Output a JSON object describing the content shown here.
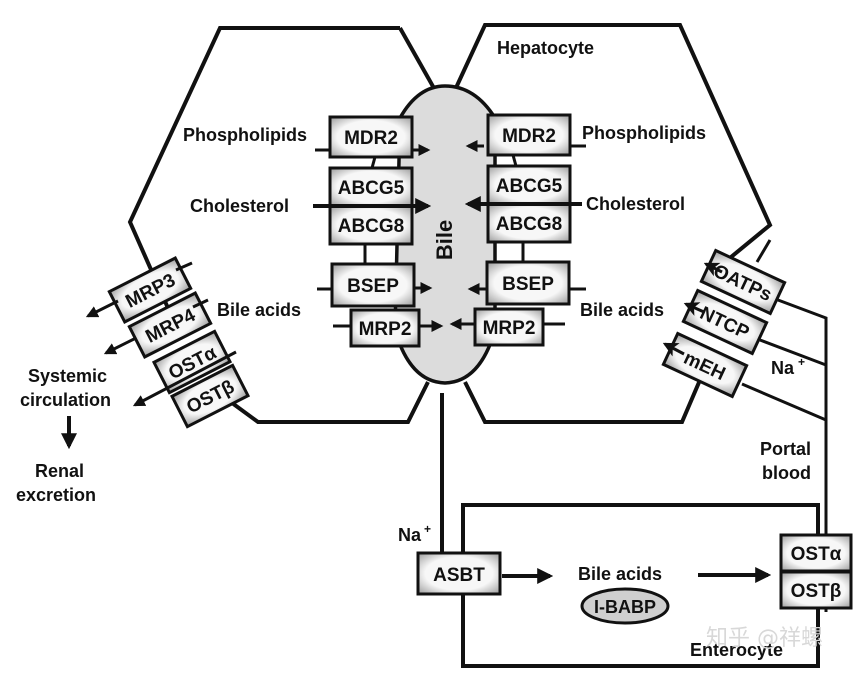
{
  "labels": {
    "hepatocyte": "Hepatocyte",
    "enterocyte": "Enterocyte",
    "bile": "Bile",
    "phospholipids_left": "Phospholipids",
    "phospholipids_right": "Phospholipids",
    "cholesterol_left": "Cholesterol",
    "cholesterol_right": "Cholesterol",
    "bile_acids_left": "Bile acids",
    "bile_acids_right": "Bile acids",
    "bile_acids_enterocyte": "Bile acids",
    "systemic_line1": "Systemic",
    "systemic_line2": "circulation",
    "renal_line1": "Renal",
    "renal_line2": "excretion",
    "portal_line1": "Portal",
    "portal_line2": "blood",
    "na_portal": "Na",
    "na_ileum": "Na",
    "plus": "+"
  },
  "canalicular_transporters_left": [
    "MDR2",
    "ABCG5",
    "ABCG8",
    "BSEP",
    "MRP2"
  ],
  "canalicular_transporters_right": [
    "MDR2",
    "ABCG5",
    "ABCG8",
    "BSEP",
    "MRP2"
  ],
  "basolateral_efflux": [
    "MRP3",
    "MRP4",
    "OSTα",
    "OSTβ"
  ],
  "basolateral_uptake": [
    "OATPs",
    "NTCP",
    "mEH"
  ],
  "enterocyte_transporters": {
    "apical": "ASBT",
    "binding_protein": "I-BABP",
    "basolateral": [
      "OSTα",
      "OSTβ"
    ]
  },
  "watermark": "知乎 @祥螺",
  "colors": {
    "bile_fill": "#dcdcdc",
    "box_fill": "#ececec",
    "stroke": "#111111"
  }
}
